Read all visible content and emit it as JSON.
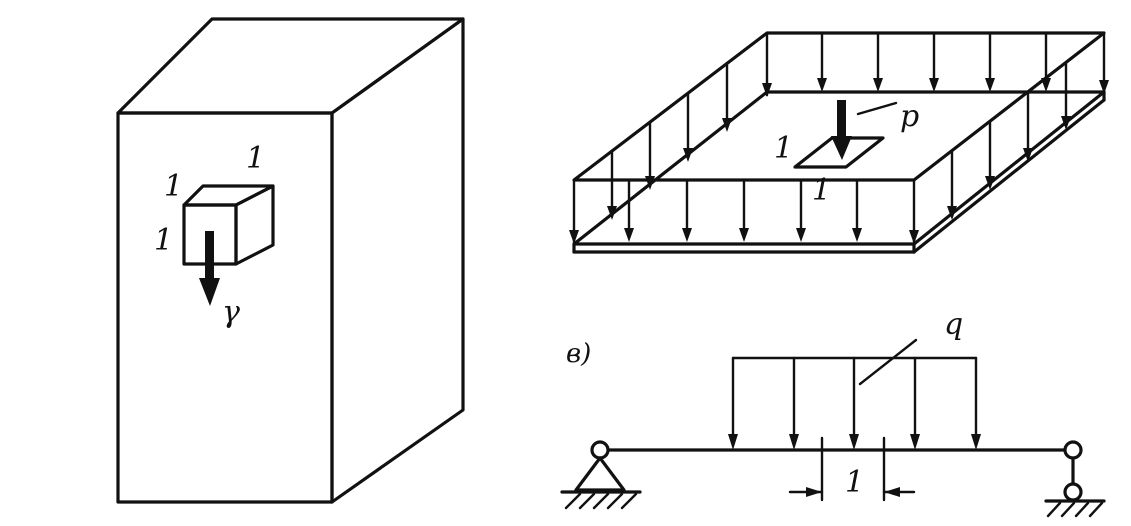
{
  "figure": {
    "block": {
      "cube_edge_top": "1",
      "cube_edge_left": "1",
      "cube_edge_side": "1",
      "weight_label": "γ"
    },
    "plate": {
      "force_label": "p",
      "area_edge_left": "1",
      "area_edge_bottom": "1"
    },
    "beam": {
      "panel_label": "в)",
      "load_label": "q",
      "unit_length_label": "1"
    }
  },
  "colors": {
    "ink": "#111111",
    "paper": "#ffffff"
  }
}
